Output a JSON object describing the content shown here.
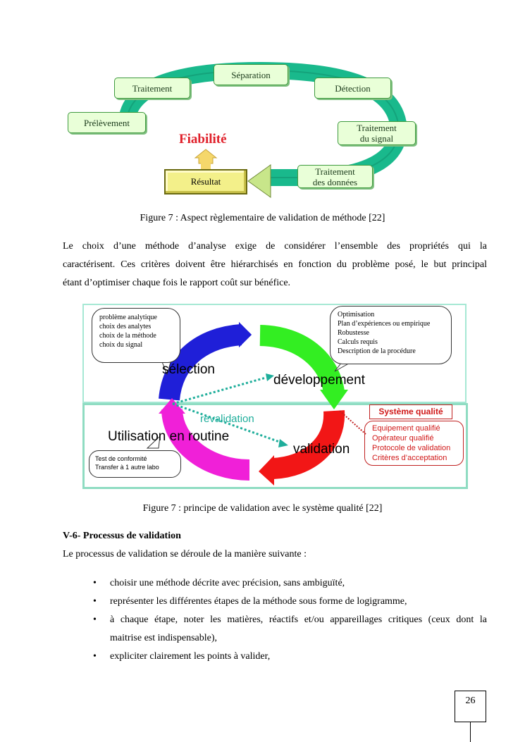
{
  "figure1": {
    "boxes": {
      "separation": "Séparation",
      "traitement": "Traitement",
      "detection": "Détection",
      "prelevement": "Prélèvement",
      "traitement_signal_1": "Traitement",
      "traitement_signal_2": "du signal",
      "traitement_donnees_1": "Traitement",
      "traitement_donnees_2": "des données",
      "resultat": "Résultat"
    },
    "fiabilite": "Fiabilité",
    "caption": "Figure 7 : Aspect règlementaire de validation de méthode [22]"
  },
  "paragraph1": {
    "lines": [
      "Le choix d’une méthode d’analyse exige de considérer l’ensemble des propriétés qui la",
      "caractérisent. Ces critères doivent être hiérarchisés en fonction du problème posé, le but principal",
      "étant d’optimiser chaque fois le rapport coût sur bénéfice."
    ]
  },
  "figure2": {
    "left_bubble": [
      "problème analytique",
      "choix des analytes",
      "choix de la méthode",
      "choix du signal"
    ],
    "right_bubble": [
      "Optimisation",
      "Plan d’expériences ou empirique",
      "Robustesse",
      "Calculs requis",
      "Description de la procédure"
    ],
    "bottom_bubble": [
      "Test de conformité",
      "Transfer à 1 autre labo"
    ],
    "labels": {
      "selection": "sélection",
      "developpement": "développement",
      "revalidation": "revalidation",
      "utilisation": "Utilisation en routine",
      "validation": "validation"
    },
    "systeme_qualite": {
      "title": "Système qualité",
      "items": [
        "Equipement qualifié",
        "Opérateur qualifié",
        "Protocole de validation",
        "Critères d’acceptation"
      ]
    },
    "caption": "Figure 7 : principe de validation avec le système qualité [22]"
  },
  "section": {
    "heading": "V-6- Processus de validation",
    "intro": "Le processus de validation se déroule de la manière suivante :",
    "bullets": [
      [
        "choisir une méthode décrite avec précision, sans ambiguïté,"
      ],
      [
        "représenter les différentes étapes de la méthode sous forme de logigramme,"
      ],
      [
        "à chaque étape, noter les matières, réactifs et/ou appareillages critiques (ceux dont la",
        "maitrise est indispensable),"
      ],
      [
        "expliciter clairement les points à valider,"
      ]
    ]
  },
  "page_number": "26",
  "colors": {
    "cycle_band": "#19b98c",
    "fiabilite": "#e0202a",
    "blue_arrow": "#1f1fd8",
    "green_arrow": "#33ee22",
    "red_arrow": "#f21616",
    "magenta_arrow": "#f020d8",
    "teal_dots": "#1fae9b"
  }
}
